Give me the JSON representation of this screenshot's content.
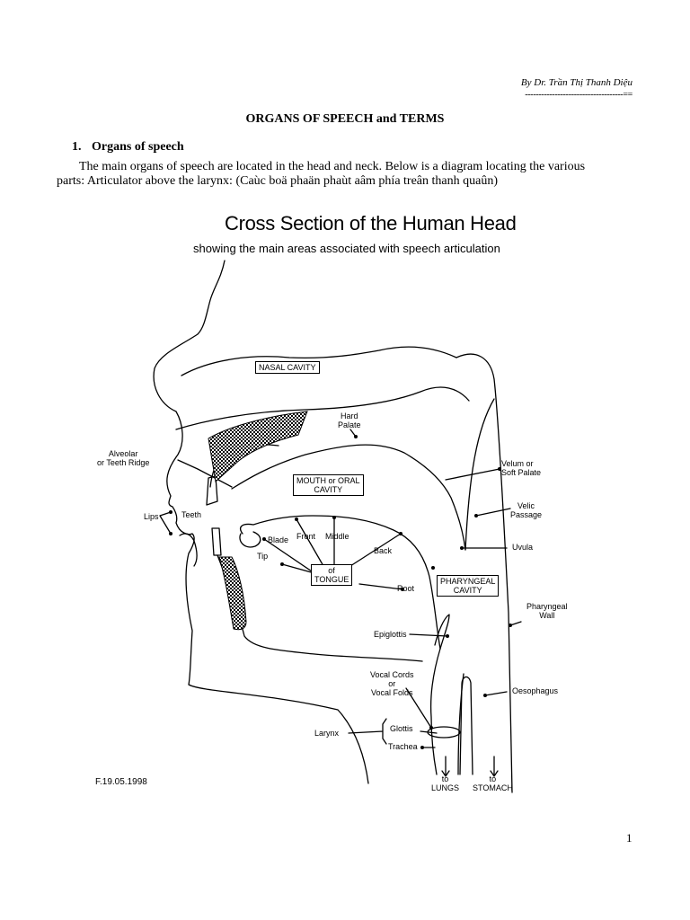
{
  "header": {
    "author": "By Dr. Trần Thị Thanh Diệu",
    "rule": "------------------------------------=="
  },
  "document": {
    "title": "ORGANS OF SPEECH and TERMS",
    "section_number": "1.",
    "section_title": "Organs of speech",
    "intro_line1": "The main organs of speech are located in the head and neck. Below is a diagram locating the various",
    "intro_line2": "parts: Articulator above the larynx: (Caùc boä phaän phaùt aâm phía treân thanh quaûn)"
  },
  "diagram": {
    "title": "Cross Section of the Human Head",
    "subtitle": "showing the main areas associated with speech articulation",
    "labels": {
      "nasal_cavity": "NASAL CAVITY",
      "hard_palate_1": "Hard",
      "hard_palate_2": "Palate",
      "alveolar_1": "Alveolar",
      "alveolar_2": "or Teeth Ridge",
      "mouth_cavity_1": "MOUTH or ORAL",
      "mouth_cavity_2": "CAVITY",
      "velum_1": "Velum or",
      "velum_2": "Soft Palate",
      "velic_1": "Velic",
      "velic_2": "Passage",
      "lips": "Lips",
      "teeth": "Teeth",
      "blade": "Blade",
      "front": "Front",
      "middle": "Middle",
      "back": "Back",
      "tip": "Tip",
      "uvula": "Uvula",
      "of": "of",
      "tongue": "TONGUE",
      "root": "Root",
      "pharyngeal_cavity_1": "PHARYNGEAL",
      "pharyngeal_cavity_2": "CAVITY",
      "pharyngeal_wall_1": "Pharyngeal",
      "pharyngeal_wall_2": "Wall",
      "epiglottis": "Epiglottis",
      "vocal_cords_1": "Vocal Cords",
      "vocal_cords_2": "or",
      "vocal_cords_3": "Vocal Folds",
      "oesophagus": "Oesophagus",
      "larynx": "Larynx",
      "glottis": "Glottis",
      "trachea": "Trachea",
      "to_lungs_1": "to",
      "to_lungs_2": "LUNGS",
      "to_stomach_1": "to",
      "to_stomach_2": "STOMACH",
      "date": "F.19.05.1998"
    }
  },
  "footer": {
    "page_number": "1"
  }
}
